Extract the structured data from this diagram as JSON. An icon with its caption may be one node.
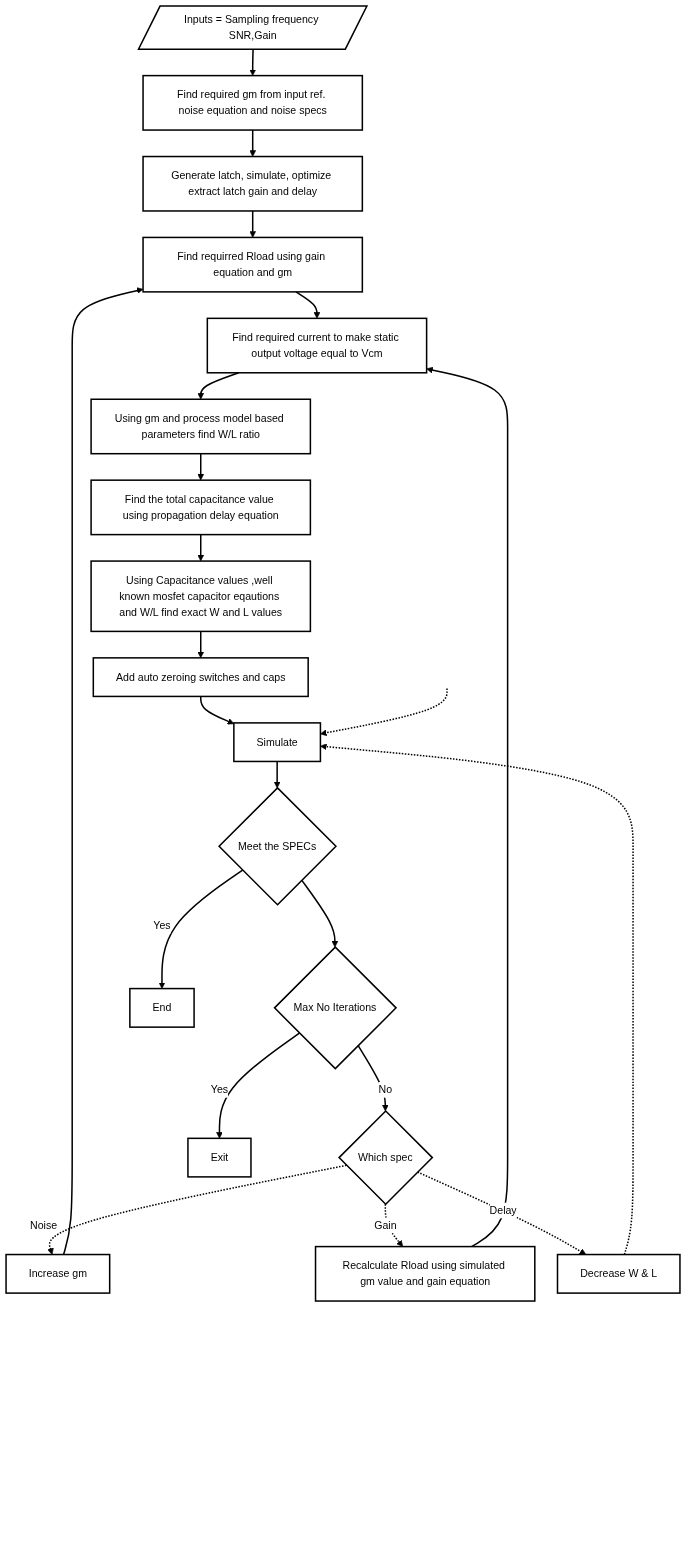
{
  "diagram": {
    "nodes": [
      {
        "text": [
          "Inputs = Sampling frequency SNR,Gain"
        ]
      },
      {
        "text": [
          "Find required gm from input ref. noise equation and noise specs"
        ]
      },
      {
        "text": [
          "Generate latch, simulate, optimize extract latch gain and delay"
        ]
      },
      {
        "text": [
          "Find requirred Rload using gain equation and gm"
        ]
      },
      {
        "text": [
          "Recalculate Rload using simulated gm value and gain equation"
        ]
      },
      {
        "text": [
          "Find required current to make static output voltage equal to Vcm"
        ]
      },
      {
        "text": [
          "Using gm and process model based parameters find W/L ratio"
        ]
      },
      {
        "text": [
          "Find the total capacitance value using propagation delay equation"
        ]
      },
      {
        "text": [
          "Using Capacitance values ,well known mosfet capacitor eqautions and W/L find exact W and L values"
        ]
      },
      {
        "text": [
          "Add auto zeroing switches and caps"
        ]
      },
      {
        "text": [
          "Increase gm"
        ]
      },
      {
        "text": [
          "Decrease W & L"
        ]
      },
      {
        "text": [
          "Simulate"
        ]
      },
      {
        "text": [
          "Which spec"
        ]
      },
      {
        "text": [
          "Max No Iterations"
        ]
      },
      {
        "text": [
          "Meet the SPECs"
        ]
      },
      {
        "text": [
          "Exit"
        ]
      },
      {
        "text": [
          "End"
        ]
      }
    ],
    "edges": [
      {
        "from": 0,
        "to": 1,
        "arrow": "to"
      },
      {
        "from": 1,
        "to": 2,
        "arrow": "to"
      },
      {
        "from": 2,
        "to": 3,
        "arrow": "to"
      },
      {
        "from": 3,
        "to": 5,
        "arrow": "to"
      },
      {
        "from": 5,
        "to": 6,
        "arrow": "to"
      },
      {
        "from": 6,
        "to": 7,
        "arrow": "to"
      },
      {
        "from": 7,
        "to": 8,
        "arrow": "to"
      },
      {
        "from": 8,
        "to": 9,
        "arrow": "to"
      },
      {
        "from": 9,
        "to": 12,
        "arrow": "to"
      },
      {
        "from": 12,
        "to": 15,
        "arrow": "to"
      },
      {
        "from": 15,
        "to": 14,
        "arrow": "to"
      },
      {
        "from": 15,
        "to": 17,
        "arrow": "to",
        "label": "Yes"
      },
      {
        "from": 14,
        "to": 16,
        "arrow": "to",
        "label": "Yes"
      },
      {
        "from": 14,
        "to": 13,
        "arrow": "to",
        "label": "No"
      },
      {
        "from": 13,
        "to": 10,
        "arrow": "to",
        "label": "Noise",
        "style": "dashed"
      },
      {
        "from": 13,
        "to": 4,
        "arrow": "to",
        "label": "Gain",
        "style": "dashed"
      },
      {
        "from": 13,
        "to": 11,
        "arrow": "to",
        "label": "Delay",
        "style": "dashed"
      },
      {
        "from": 10,
        "to": 3,
        "arrow": "to"
      },
      {
        "from": 4,
        "to": 5,
        "arrow": "to"
      },
      {
        "from": 11,
        "to": 12,
        "arrow": "to",
        "style": "dashed"
      },
      {
        "from": null,
        "to": 12,
        "arrow": "to",
        "style": "dashed"
      }
    ]
  }
}
